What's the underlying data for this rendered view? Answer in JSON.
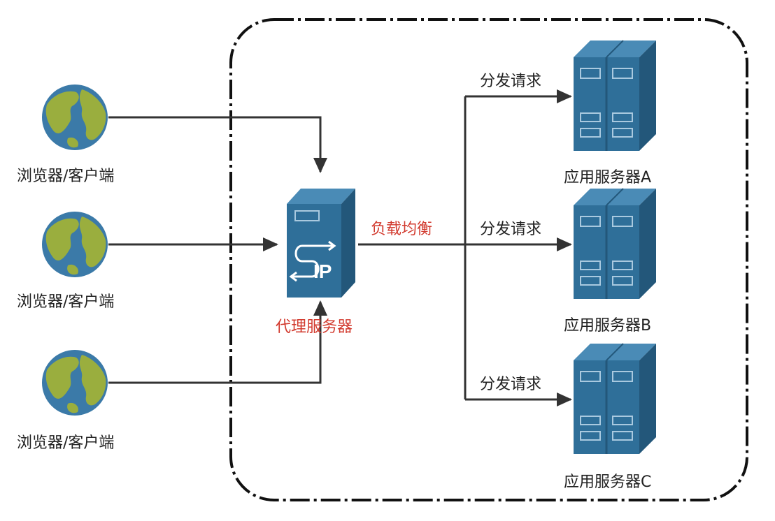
{
  "clients": [
    {
      "label": "浏览器/客户端"
    },
    {
      "label": "浏览器/客户端"
    },
    {
      "label": "浏览器/客户端"
    }
  ],
  "proxy": {
    "label": "代理服务器",
    "badge": "IP",
    "label_color": "#d23a2e"
  },
  "load_balance_label": "负载均衡",
  "dispatch_labels": [
    "分发请求",
    "分发请求",
    "分发请求"
  ],
  "servers": [
    {
      "label": "应用服务器A"
    },
    {
      "label": "应用服务器B"
    },
    {
      "label": "应用服务器C"
    }
  ],
  "colors": {
    "server_front": "#2f6f99",
    "server_side": "#23577a",
    "server_top": "#4a8bb6",
    "globe_ocean": "#3b7aa8",
    "globe_land": "#9aae3e",
    "arrow": "#333333",
    "accent_red": "#d23a2e"
  },
  "icons": {
    "client": "globe-icon",
    "proxy": "proxy-server-icon",
    "app_server": "server-rack-icon"
  }
}
